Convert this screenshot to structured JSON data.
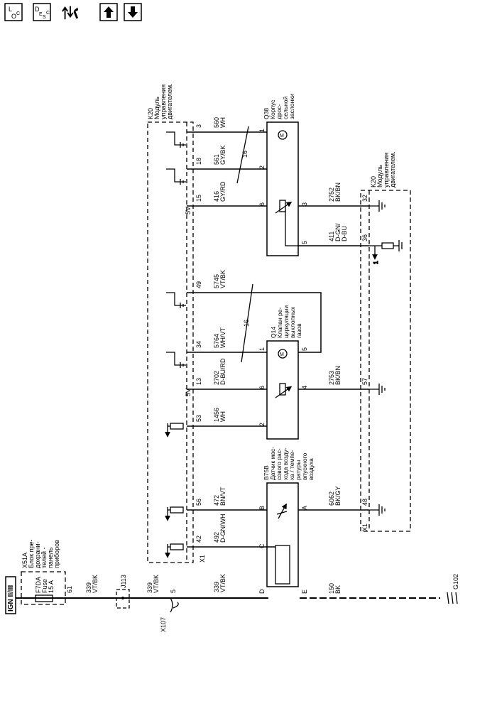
{
  "toolbar": {
    "loc_top": "L",
    "loc_bottom": "O",
    "loc_sub": "C",
    "desc_top": "D",
    "desc_mid": "E",
    "desc_sub1": "S",
    "desc_sub2": "C",
    "icons": [
      "location-icon",
      "description-icon",
      "diagnostics-icon",
      "arrow-up-icon",
      "arrow-down-icon"
    ]
  },
  "ign_label": "IGN II/III",
  "x51a_title": [
    "X51A",
    "Блок пре-",
    "дохрани-",
    "телей -",
    "панель",
    "приборов"
  ],
  "fuse": {
    "id": "F7DA",
    "label": "Fuse",
    "rating": "15 A",
    "pin": "61"
  },
  "top_wire": {
    "circuit": "339",
    "color": "VT/BK"
  },
  "j113": "J113",
  "x107": {
    "id": "X107",
    "pin": "5"
  },
  "mid_wire": {
    "circuit": "339",
    "color": "VT/BK"
  },
  "k20_top": {
    "title": [
      "K20",
      "Модуль",
      "управления",
      "двигателем."
    ],
    "conn": "X1"
  },
  "k20_bottom": {
    "title": [
      "K20",
      "Модуль",
      "управления",
      "двигателем."
    ],
    "conn": "X1"
  },
  "b75b": {
    "title": [
      "B75B",
      "Датчик мас-",
      "сового рас-",
      "хода возду-",
      "ха / темпе-",
      "ратуры",
      "впускного",
      "воздуха"
    ],
    "pins": {
      "c": "C",
      "b": "B",
      "d": "D",
      "a": "A",
      "e": "E"
    }
  },
  "q14": {
    "title": [
      "Q14",
      "Клапан ре-",
      "циркуляции",
      "выхлопных",
      "газов"
    ]
  },
  "q38": {
    "title": [
      "Q38",
      "Корпус",
      "дрос-",
      "сельной",
      "заслонки"
    ]
  },
  "wires_left": [
    {
      "id": "339a",
      "pin": "",
      "circuit": "339",
      "color": "VT/BK"
    },
    {
      "id": "492",
      "pin": "42",
      "circuit": "492",
      "color": "D-GN/WH"
    },
    {
      "id": "472",
      "pin": "56",
      "circuit": "472",
      "color": "BN/VT"
    },
    {
      "id": "1456",
      "pin": "53",
      "circuit": "1456",
      "color": "WH"
    },
    {
      "id": "2702",
      "pin": "13",
      "circuit": "2702",
      "color": "D-BU/RD"
    },
    {
      "id": "5764",
      "pin": "34",
      "circuit": "5764",
      "color": "WH/VT"
    },
    {
      "id": "5745",
      "pin": "49",
      "circuit": "5745",
      "color": "VT/BK"
    },
    {
      "id": "416",
      "pin": "15",
      "circuit": "416",
      "color": "GY/RD"
    },
    {
      "id": "561",
      "pin": "18",
      "circuit": "561",
      "color": "GY/BK"
    },
    {
      "id": "560",
      "pin": "3",
      "circuit": "560",
      "color": "WH"
    }
  ],
  "wires_right": [
    {
      "id": "150",
      "pin": "",
      "circuit": "150",
      "color": "BK"
    },
    {
      "id": "6062",
      "pin": "48",
      "circuit": "6062",
      "color": "BK/GY"
    },
    {
      "id": "2753",
      "pin": "57",
      "circuit": "2753",
      "color": "BK/BN"
    },
    {
      "id": "411",
      "pin": "36",
      "circuit": "411",
      "color": "D-GN/",
      "color2": "D-BU"
    },
    {
      "id": "2752",
      "pin": "32",
      "circuit": "2752",
      "color": "BK/BN"
    }
  ],
  "comp_pins": {
    "q14": [
      "2",
      "6",
      "1",
      "4",
      "5"
    ],
    "q38": [
      "2",
      "6",
      "1",
      "3",
      "5"
    ]
  },
  "labels_5v": [
    "5V",
    "5V"
  ],
  "twist_16": [
    "16",
    "16"
  ],
  "ground": "G102",
  "pin_1": "1"
}
